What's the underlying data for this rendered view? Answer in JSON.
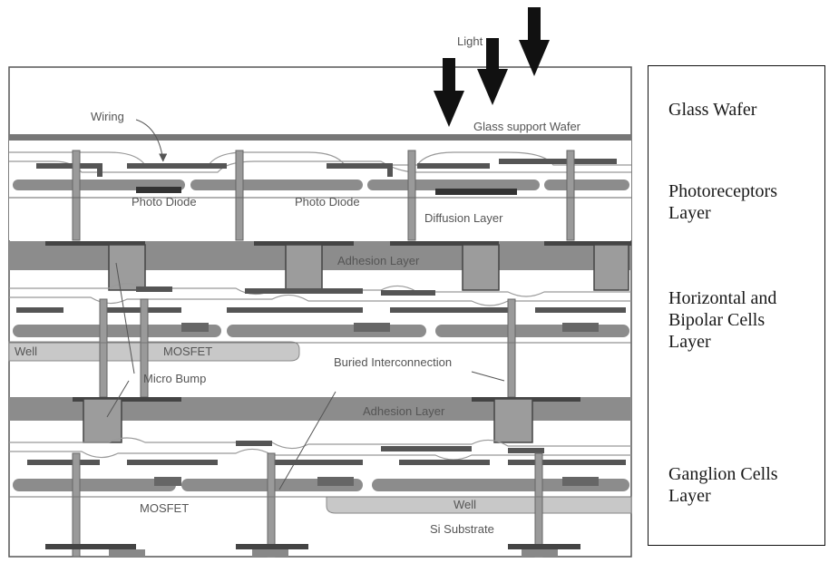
{
  "diagram": {
    "light": "Light",
    "glass_support": "Glass support Wafer",
    "wiring": "Wiring",
    "photo_diode_1": "Photo Diode",
    "photo_diode_2": "Photo Diode",
    "diffusion_layer": "Diffusion Layer",
    "adhesion_layer_1": "Adhesion Layer",
    "well_1": "Well",
    "mosfet_1": "MOSFET",
    "micro_bump": "Micro Bump",
    "buried_interconnection": "Buried Interconnection",
    "adhesion_layer_2": "Adhesion Layer",
    "mosfet_2": "MOSFET",
    "well_2": "Well",
    "si_substrate": "Si Substrate"
  },
  "legend": {
    "glass_wafer": "Glass Wafer",
    "photoreceptors": "Photoreceptors\nLayer",
    "horizontal_bipolar": "Horizontal and\nBipolar    Cells\nLayer",
    "ganglion": "Ganglion Cells\nLayer"
  },
  "colors": {
    "dark_metal": "#555555",
    "gray_layer": "#8c8c8c",
    "light_fill": "#bdbdbd",
    "outline": "#444444"
  }
}
